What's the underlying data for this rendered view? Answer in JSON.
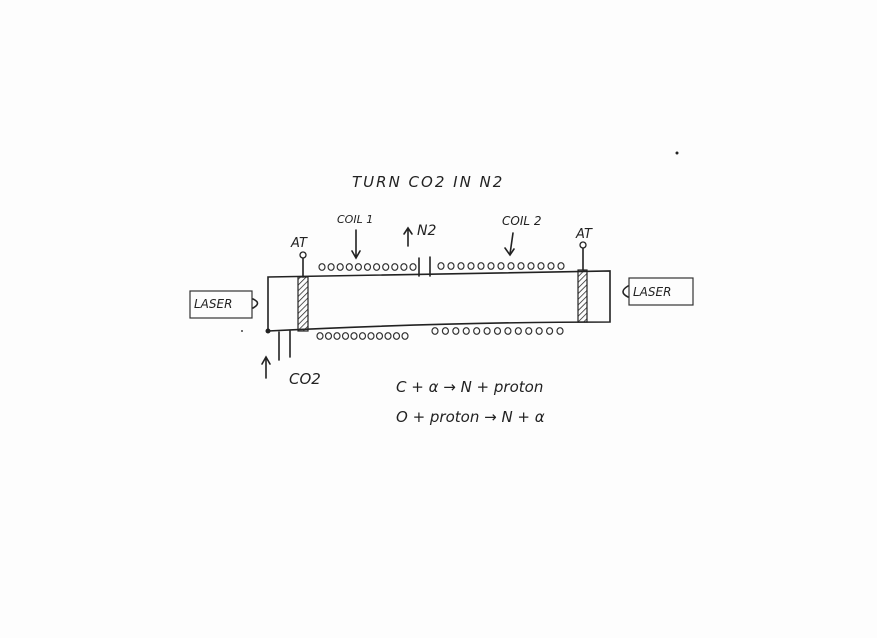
{
  "title": "TURN CO2 IN N2",
  "labels": {
    "coil1": "COIL 1",
    "coil2": "COIL 2",
    "n2": "N2",
    "at_left": "AT",
    "at_right": "AT",
    "laser_left": "LASER",
    "laser_right": "LASER",
    "co2": "CO2"
  },
  "equations": [
    "C + α → N + proton",
    "O + proton → N + α"
  ]
}
